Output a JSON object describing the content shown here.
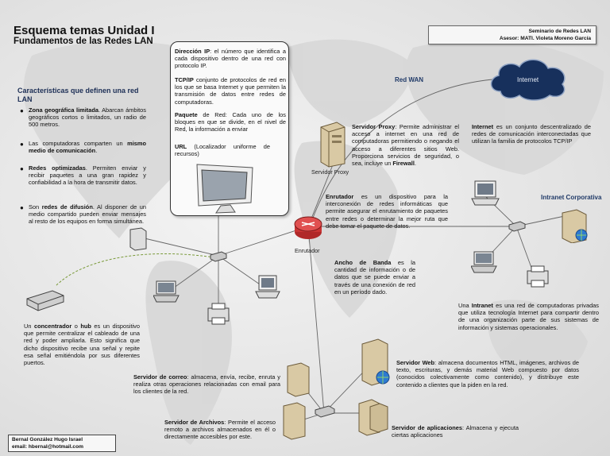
{
  "header": {
    "title": "Esquema temas Unidad I",
    "subtitle": "Fundamentos de las Redes LAN"
  },
  "seminar": {
    "line1": "Seminario de Redes LAN",
    "line2": "Asesor: MATI. Violeta Moreno García"
  },
  "definitions": [
    {
      "term": "Dirección IP",
      "text": ": el número que identifica a cada dispositivo dentro de una red con protocolo IP."
    },
    {
      "term": "TCP/IP",
      "text": " conjunto de protocolos de red en los que se basa Internet y que permiten la transmisión de datos entre redes de computadoras."
    },
    {
      "term": "Paquete",
      "text": " de Red: Cada uno de los bloques en que se divide, en el nivel de Red, la información a enviar"
    },
    {
      "term": "URL",
      "text": " (Localizador uniforme de recursos)"
    }
  ],
  "characteristics": {
    "title": "Características que definen una red LAN",
    "items": [
      {
        "term": "Zona geográfica limitada",
        "pre": "",
        "text": ". Abarcan ámbitos geográficos cortos o limitados, un radio de 500 metros."
      },
      {
        "pre": "Las computadoras comparten un ",
        "term": "mismo medio de comunicación",
        "text": "."
      },
      {
        "pre": "",
        "term": "Redes optimizadas",
        "text": ". Permiten enviar y recibir paquetes a una gran rapidez y confiabilidad a la hora de transmitir datos."
      },
      {
        "pre": "Son ",
        "term": "redes de difusión",
        "text": ". Al disponer de un medio compartido pueden enviar mensajes al resto de los equipos en forma simultánea."
      }
    ]
  },
  "labels": {
    "red_wan": "Red WAN",
    "internet": "Internet",
    "servidor_proxy": "Servidor Proxy",
    "enrutador": "Enrutador",
    "intranet_corporativa": "Intranet Corporativa"
  },
  "descriptions": {
    "proxy": {
      "term": "Servidor Proxy",
      "text": ": Permite administrar el acceso a internet en una red de computadoras permitiendo o negando el acceso a diferentes sitios Web. Proporciona servicios de seguridad, o sea, incluye un ",
      "term2": "Firewall",
      "tail": "."
    },
    "internet": {
      "term": "Internet",
      "text": " es un conjunto descentralizado de redes de comunicación interconectadas que utilizan la familia de protocolos TCP/IP"
    },
    "enrutador": {
      "term": "Enrutador",
      "text": " es un dispositivo para la interconexión de redes informáticas que permite asegurar el enrutamiento de paquetes entre redes o determinar la mejor ruta que debe tomar el paquete de datos."
    },
    "ancho": {
      "term": "Ancho de Banda",
      "text": " es la cantidad de información o de datos que se puede enviar a través de una conexión de red en un período dado."
    },
    "intranet": {
      "pre": "Una ",
      "term": "Intranet",
      "text": " es una red de computadoras privadas que utiliza tecnología Internet para compartir dentro de una organización parte de sus sistemas de información y sistemas operacionales."
    },
    "hub": {
      "pre": "Un ",
      "term": "concentrador",
      "mid": " o ",
      "term2": "hub",
      "text": " es un dispositivo que permite centralizar el cableado de una red y poder ampliarla. Esto significa que dicho dispositivo recibe una señal y repite esa señal emitiéndola por sus diferentes puertos."
    },
    "correo": {
      "term": "Servidor de correo",
      "text": ": almacena, envía, recibe, enruta y realiza otras operaciones relacionadas con email para los clientes de la red."
    },
    "web": {
      "term": "Servidor Web",
      "text": ": almacena documentos HTML, imágenes, archivos de texto, escrituras, y demás material Web compuesto por datos (conocidos colectivamente como contenido), y distribuye este contenido a clientes que la piden en la red."
    },
    "archivos": {
      "term": "Servidor de Archivos",
      "text": ": Permite el acceso remoto a archivos almacenados en él o directamente accesibles por este."
    },
    "aplicaciones": {
      "term": "Servidor de aplicaciones",
      "text": ": Almacena y ejecuta ciertas aplicaciones"
    }
  },
  "footer": {
    "name": "Bernal González Hugo Israel",
    "email": "email: hbernal@hotmail.com"
  },
  "colors": {
    "heading_blue": "#1d2f56",
    "cloud_dark": "#17305c",
    "link_green": "#7a9a3a"
  }
}
